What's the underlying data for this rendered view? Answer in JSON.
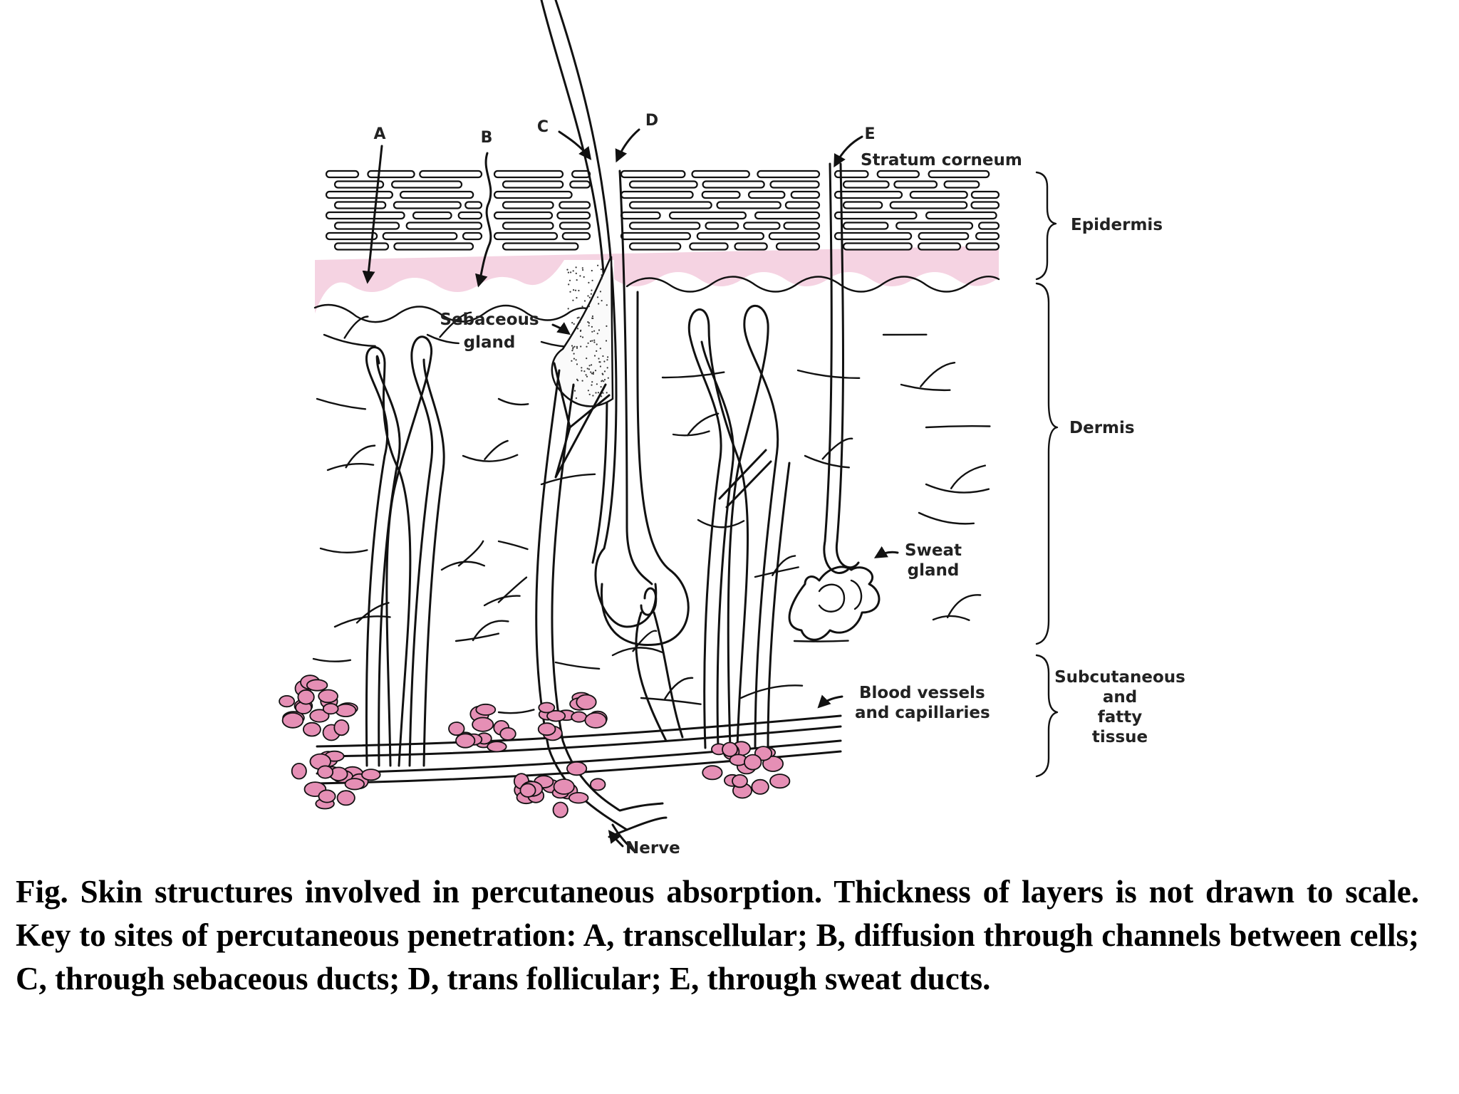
{
  "colors": {
    "epidermis_fill": "#f5d3e2",
    "fat_fill": "#e58fb5",
    "line": "#111111",
    "text": "#222222"
  },
  "labels": {
    "a": "A",
    "b": "B",
    "c": "C",
    "d": "D",
    "e": "E",
    "stratum_corneum": "Stratum corneum",
    "epidermis": "Epidermis",
    "dermis": "Dermis",
    "sebaceous_gland": [
      "Sebaceous",
      "gland"
    ],
    "sweat_gland": [
      "Sweat",
      "gland"
    ],
    "blood_vessels": [
      "Blood vessels",
      "and capillaries"
    ],
    "subcutaneous": [
      "Subcutaneous",
      "and",
      "fatty",
      "tissue"
    ],
    "nerve": "Nerve"
  },
  "caption": "Fig. Skin structures involved in percutaneous absorption. Thickness of layers is not drawn to scale. Key to sites of percutaneous penetration: A, transcellular; B, diffusion through channels between cells; C, through sebaceous ducts; D, trans follicular; E, through sweat ducts."
}
